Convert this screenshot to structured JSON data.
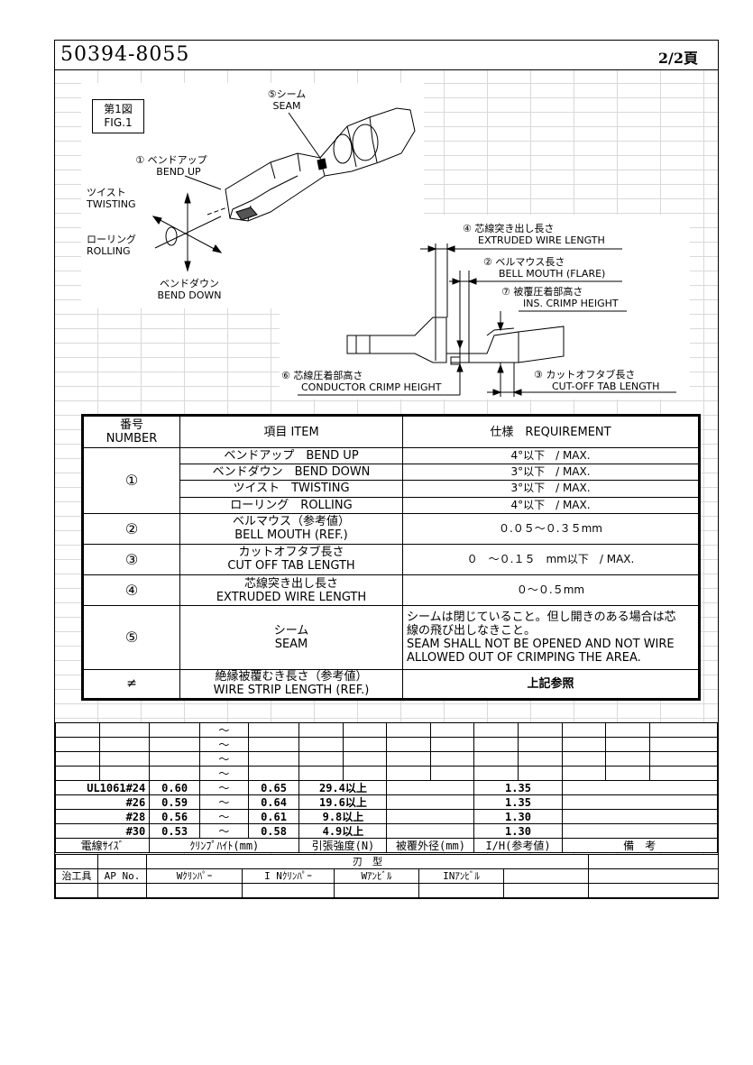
{
  "header": {
    "part_number": "50394-8055",
    "page": "2/2頁"
  },
  "figure": {
    "fig_label_ja": "第1図",
    "fig_label_en": "FIG.1",
    "seam_ja": "⑤シーム",
    "seam_en": "SEAM",
    "bend_up_ja": "① ベンドアップ",
    "bend_up_en": "BEND UP",
    "twisting_ja": "ツイスト",
    "twisting_en": "TWISTING",
    "rolling_ja": "ローリング",
    "rolling_en": "ROLLING",
    "bend_down_ja": "ベンドダウン",
    "bend_down_en": "BEND DOWN",
    "extruded_ja": "④ 芯線突き出し長さ",
    "extruded_en": "EXTRUDED WIRE LENGTH",
    "bell_ja": "② ベルマウス長さ",
    "bell_en": "BELL MOUTH (FLARE)",
    "ins_ja": "⑦ 被覆圧着部高さ",
    "ins_en": "INS. CRIMP HEIGHT",
    "cond_ja": "⑥ 芯線圧着部高さ",
    "cond_en": "CONDUCTOR CRIMP  HEIGHT",
    "cutoff_ja": "③ カットオフタブ長さ",
    "cutoff_en": "CUT-OFF TAB LENGTH"
  },
  "spec": {
    "head_number": "番号",
    "head_number_en": "NUMBER",
    "head_item": "項目 ITEM",
    "head_req": "仕様　REQUIREMENT",
    "rows": [
      {
        "no": "①",
        "items": [
          {
            "item": "ベンドアップ　BEND UP",
            "req": "4°以下　/ MAX."
          },
          {
            "item": "ベンドダウン　BEND DOWN",
            "req": "3°以下　/ MAX."
          },
          {
            "item": "ツイスト　TWISTING",
            "req": "3°以下　/ MAX."
          },
          {
            "item": "ローリング　ROLLING",
            "req": "4°以下　/ MAX."
          }
        ]
      },
      {
        "no": "②",
        "item1": "ベルマウス（参考値）",
        "item2": "BELL MOUTH (REF.)",
        "req": "０.０５～０.３５mm"
      },
      {
        "no": "③",
        "item1": "カットオフタブ長さ",
        "item2": "CUT OFF TAB LENGTH",
        "req": "０　～０.１５　mm以下　/ MAX."
      },
      {
        "no": "④",
        "item1": "芯線突き出し長さ",
        "item2": "EXTRUDED WIRE LENGTH",
        "req": "０～０.５mm"
      },
      {
        "no": "⑤",
        "item1": "シーム",
        "item2": "SEAM",
        "req1": "シームは閉じていること。但し開きのある場合は芯",
        "req2": "線の飛び出しなきこと。",
        "req3": "SEAM SHALL NOT BE OPENED AND NOT WIRE",
        "req4": "ALLOWED OUT OF CRIMPING THE AREA."
      },
      {
        "no": "≠",
        "item1": "絶縁被覆むき長さ（参考値）",
        "item2": "WIRE STRIP LENGTH (REF.)",
        "req": "上記参照"
      }
    ]
  },
  "crimp": {
    "tilde": "～",
    "rows": [
      {
        "size": "UL1061#24",
        "min": "0.60",
        "max": "0.65",
        "tensile": "29.4以上",
        "ih": "1.35"
      },
      {
        "size": "#26",
        "min": "0.59",
        "max": "0.64",
        "tensile": "19.6以上",
        "ih": "1.35"
      },
      {
        "size": "#28",
        "min": "0.56",
        "max": "0.61",
        "tensile": "9.8以上",
        "ih": "1.30"
      },
      {
        "size": "#30",
        "min": "0.53",
        "max": "0.58",
        "tensile": "4.9以上",
        "ih": "1.30"
      }
    ],
    "headers": {
      "size": "電線ｻｲｽﾞ",
      "ch": "ｸﾘﾝﾌﾟﾊｲﾄ(mm)",
      "tensile": "引張強度(N)",
      "od": "被覆外径(mm)",
      "ih": "I/H(参考値)",
      "remarks": "備　考"
    }
  },
  "tooling": {
    "blade": "刃　型",
    "jig": "治工具",
    "ap": "AP No.",
    "wcrimper": "Wｸﾘﾝﾊﾟｰ",
    "incrimper": "I Nｸﾘﾝﾊﾟｰ",
    "wanvil": "Wｱﾝﾋﾞﾙ",
    "inanvil": "INｱﾝﾋﾞﾙ"
  }
}
